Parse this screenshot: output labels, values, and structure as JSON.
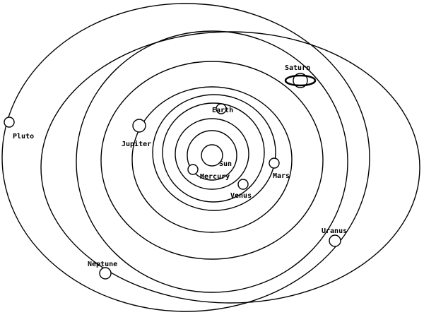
{
  "diagram": {
    "sun_label": "Sun",
    "planets": [
      {
        "name": "Mercury",
        "label": "Mercury"
      },
      {
        "name": "Venus",
        "label": "Venus"
      },
      {
        "name": "Earth",
        "label": "Earth"
      },
      {
        "name": "Mars",
        "label": "Mars"
      },
      {
        "name": "Jupiter",
        "label": "Jupiter"
      },
      {
        "name": "Saturn",
        "label": "Saturn"
      },
      {
        "name": "Uranus",
        "label": "Uranus"
      },
      {
        "name": "Neptune",
        "label": "Neptune"
      },
      {
        "name": "Pluto",
        "label": "Pluto"
      }
    ]
  }
}
